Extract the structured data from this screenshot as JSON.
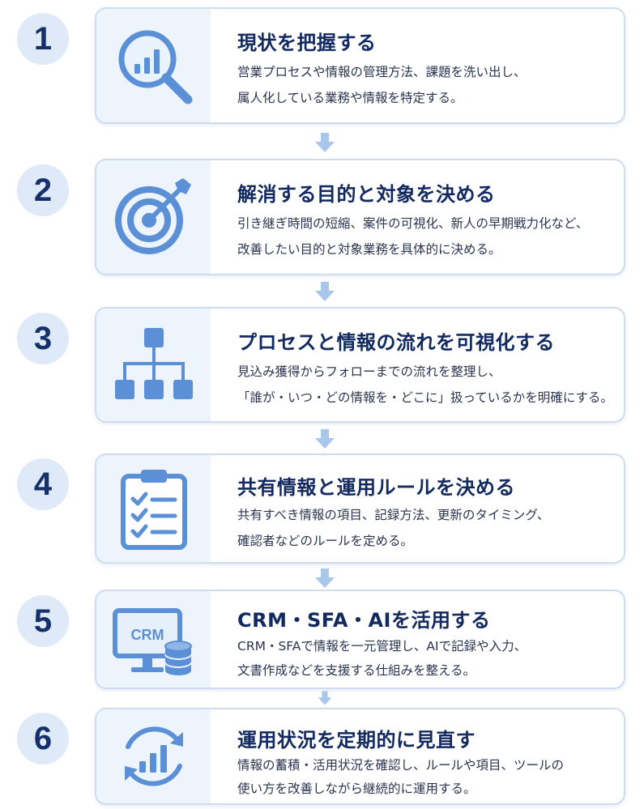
{
  "steps": [
    {
      "number": "1",
      "icon": "magnifier-chart-icon",
      "title": "現状を把握する",
      "line1": "営業プロセスや情報の管理方法、課題を洗い出し、",
      "line2": "属人化している業務や情報を特定する。"
    },
    {
      "number": "2",
      "icon": "target-arrow-icon",
      "title": "解消する目的と対象を決める",
      "line1": "引き継ぎ時間の短縮、案件の可視化、新人の早期戦力化など、",
      "line2": "改善したい目的と対象業務を具体的に決める。"
    },
    {
      "number": "3",
      "icon": "org-chart-icon",
      "title": "プロセスと情報の流れを可視化する",
      "line1": "見込み獲得からフォローまでの流れを整理し、",
      "line2": "「誰が・いつ・どの情報を・どこに」扱っているかを明確にする。"
    },
    {
      "number": "4",
      "icon": "clipboard-checklist-icon",
      "title": "共有情報と運用ルールを決める",
      "line1": "共有すべき情報の項目、記録方法、更新のタイミング、",
      "line2": "確認者などのルールを定める。"
    },
    {
      "number": "5",
      "icon": "crm-monitor-database-icon",
      "icon_text": "CRM",
      "title": "CRM・SFA・AIを活用する",
      "line1": "CRM・SFAで情報を一元管理し、AIで記録や入力、",
      "line2": "文書作成などを支援する仕組みを整える。"
    },
    {
      "number": "6",
      "icon": "cycle-chart-icon",
      "title": "運用状況を定期的に見直す",
      "line1": "情報の蓄積・活用状況を確認し、ルールや項目、ツールの",
      "line2": "使い方を改善しながら継続的に運用する。"
    }
  ],
  "colors": {
    "accent": "#5b8fd6",
    "accent_light": "#a9c6ec",
    "card_border": "#cddcef",
    "icon_bg": "#edf4fc",
    "number_bg": "#dfeaf8",
    "title": "#122a60"
  }
}
